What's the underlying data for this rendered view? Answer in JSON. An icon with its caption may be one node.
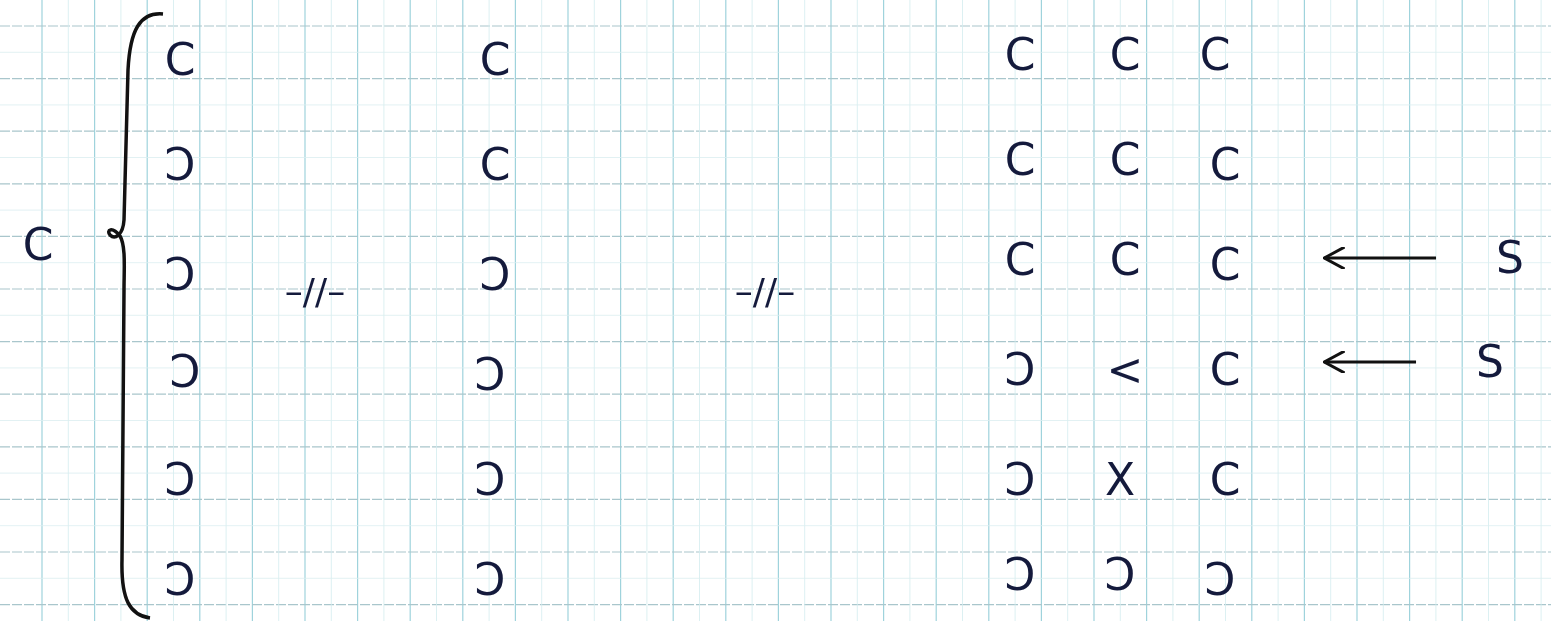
{
  "diagram": {
    "nodes": [
      {
        "text": [
          "C"
        ]
      },
      {
        "text": [
          "S"
        ]
      },
      {
        "text": [
          "C"
        ]
      },
      {
        "text": [
          "S"
        ]
      }
    ],
    "edges": [
      {
        "from": 1,
        "to": 0,
        "arrow": "to"
      },
      {
        "from": 3,
        "to": 2,
        "arrow": "to"
      }
    ],
    "labels": [
      "C",
      "C",
      "C",
      "C",
      "C",
      "C",
      "Ɔ",
      "C",
      "C",
      "C",
      "C",
      "Ɔ",
      "–//–",
      "Ɔ",
      "–//–",
      "C",
      "C",
      "Ɔ",
      "Ɔ",
      "Ɔ",
      "<",
      "Ɔ",
      "Ɔ",
      "Ɔ",
      "X",
      "C",
      "Ɔ",
      "Ɔ",
      "Ɔ",
      "Ɔ",
      "Ɔ"
    ]
  }
}
